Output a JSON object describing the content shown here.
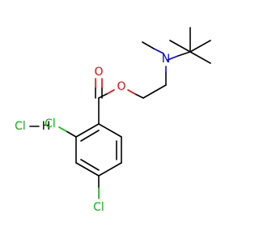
{
  "molecule": {
    "atoms": {
      "hcl_cl": "Cl",
      "hcl_h": "H",
      "ester_o": "O",
      "carbonyl_o": "O",
      "amine_n": "N",
      "ring_cl_ortho": "Cl",
      "ring_cl_para": "Cl"
    },
    "colors": {
      "bond": "#000000",
      "chlorine": "#00c000",
      "oxygen": "#ff0000",
      "nitrogen": "#0000ff"
    }
  }
}
